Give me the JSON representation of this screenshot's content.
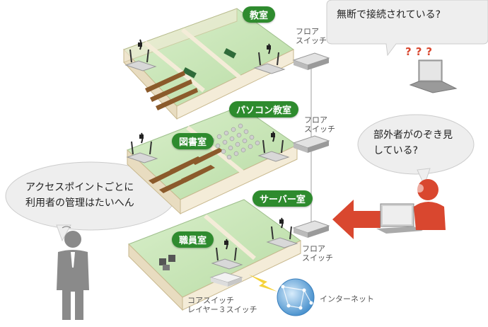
{
  "rooms": {
    "classroom": "教室",
    "pc_room": "パソコン教室",
    "library": "図書室",
    "server_room": "サーバー室",
    "staff_room": "職員室"
  },
  "switch_labels": {
    "floor_switch_top": "フロア\nスイッチ",
    "floor_switch_mid": "フロア\nスイッチ",
    "floor_switch_bottom": "フロア\nスイッチ",
    "core_switch": "コアスイッチ\nレイヤー３スイッチ",
    "internet": "インターネット"
  },
  "bubbles": {
    "unauthorized": "無断で接続されている?",
    "outsider": "部外者がのぞき見\nしている?",
    "admin": "アクセスポイントごとに\n利用者の管理はたいへん"
  },
  "question_marks": "???",
  "colors": {
    "room_label_green": "#2e8b2e",
    "floor_green": "#c9e6b8",
    "wall_beige": "#f4ecd8",
    "alert_red": "#d9472f",
    "person_gray": "#8a8a8a"
  }
}
